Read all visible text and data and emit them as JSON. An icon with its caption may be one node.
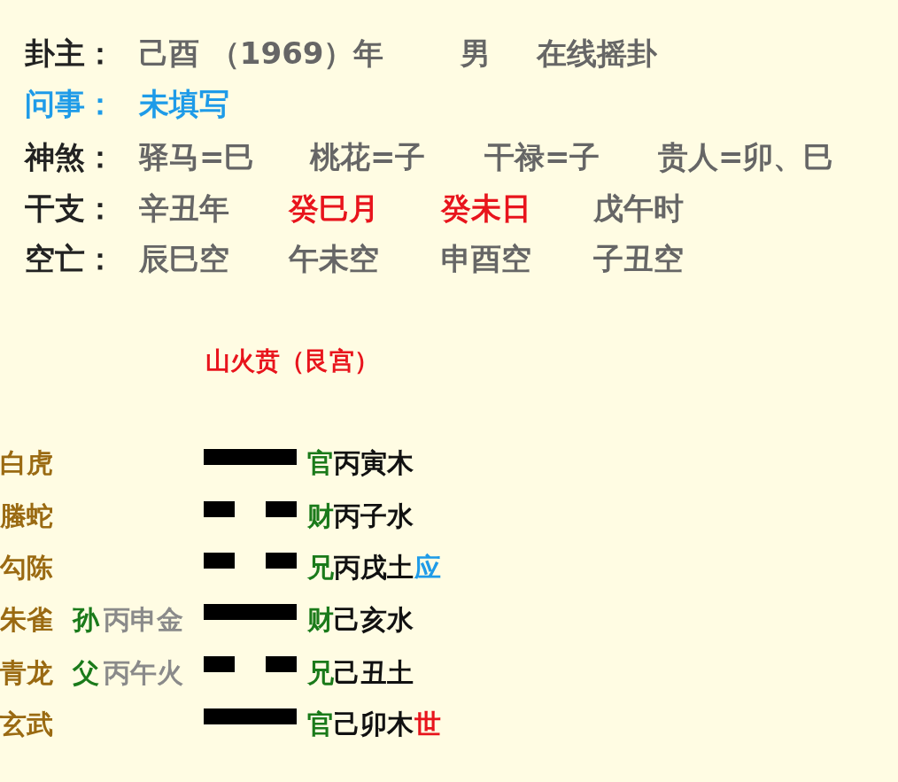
{
  "diagram": {
    "title": "山火贲（艮宫）",
    "labels": [
      "卦主：",
      "己酉 （1969）年",
      "男",
      "在线摇卦",
      "问事：",
      "未填写",
      "神煞：",
      "驿马=巳",
      "桃花=子",
      "干禄=子",
      "贵人=卯、巳",
      "干支：",
      "辛丑年",
      "癸巳月",
      "癸未日",
      "戊午时",
      "空亡：",
      "辰巳空",
      "午未空",
      "申酉空",
      "子丑空",
      "白虎",
      "官",
      "丙寅木",
      "螣蛇",
      "财",
      "丙子水",
      "勾陈",
      "兄",
      "丙戌土",
      "应",
      "朱雀",
      "孙",
      "丙申金",
      "财",
      "己亥水",
      "青龙",
      "父",
      "丙午火",
      "兄",
      "己丑土",
      "玄武",
      "官",
      "己卯木",
      "世"
    ]
  }
}
